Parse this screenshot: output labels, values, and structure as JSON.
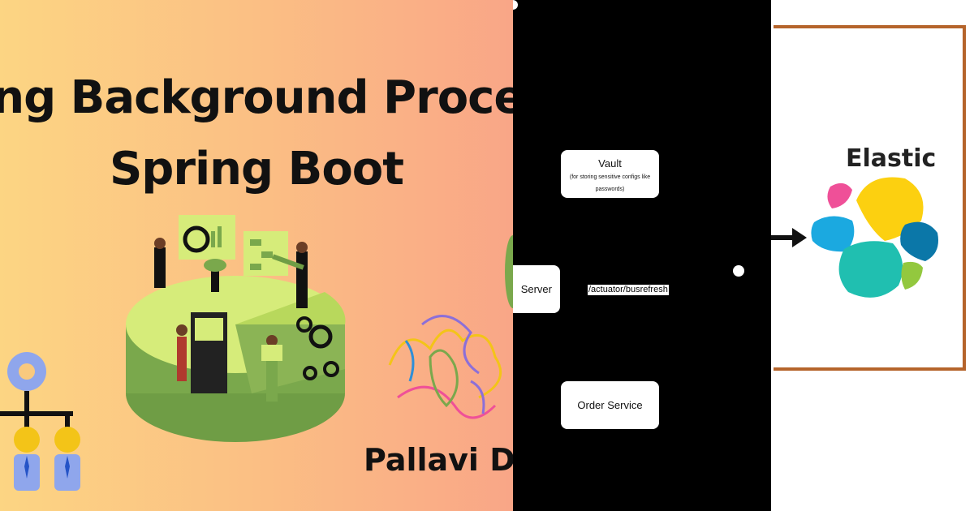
{
  "left_panel": {
    "title_line1": "ing Background Processes",
    "title_line2": "Spring Boot",
    "author": "Pallavi Dev"
  },
  "middle_panel": {
    "vault_title": "Vault",
    "vault_subtitle": "(for storing sensitive configs like passwords)",
    "server_label": "Server",
    "bus_refresh_label": "/actuator/busrefresh",
    "order_service_label": "Order Service"
  },
  "right_panel": {
    "logo_text": "Elastic"
  },
  "colors": {
    "gradient_start": "#fcd583",
    "gradient_end": "#f9a687",
    "frame_border": "#b5642b",
    "elastic_yellow": "#fcd010",
    "elastic_teal": "#20bfb0",
    "elastic_blue": "#1ba9e0",
    "elastic_pink": "#ef5098",
    "elastic_navy": "#0b77a8",
    "elastic_green": "#93c83e",
    "illustration_green": "#7aa84c"
  }
}
